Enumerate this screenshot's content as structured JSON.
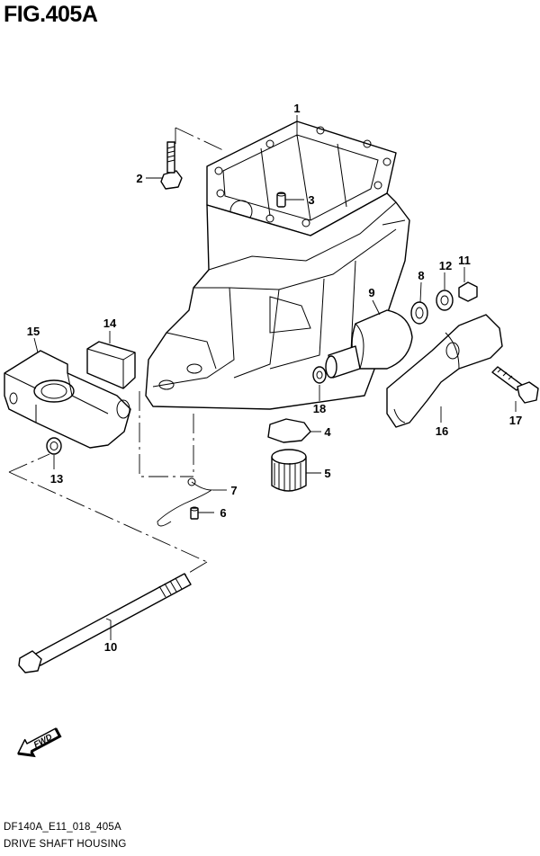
{
  "figure_title": "FIG.405A",
  "model_code": "DF140A_E11_018_405A",
  "caption": "DRIVE SHAFT HOUSING",
  "fwd_label": "FWD",
  "callouts": [
    "1",
    "2",
    "3",
    "4",
    "5",
    "6",
    "7",
    "8",
    "9",
    "10",
    "11",
    "12",
    "13",
    "14",
    "15",
    "16",
    "17",
    "18"
  ]
}
